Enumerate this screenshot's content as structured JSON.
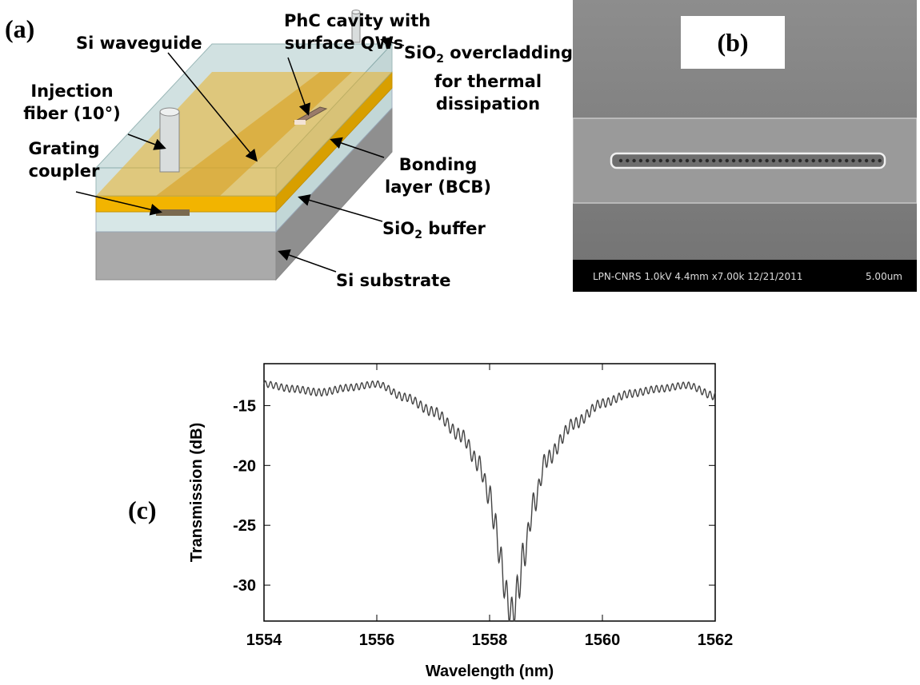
{
  "panels": {
    "a": "(a)",
    "b": "(b)",
    "c": "(c)"
  },
  "diagram": {
    "labels": {
      "phc_cavity_line1": "PhC cavity with",
      "phc_cavity_line2": "surface QWs",
      "si_waveguide": "Si waveguide",
      "injection_fiber_line1": "Injection",
      "injection_fiber_line2": "fiber (10°)",
      "sio2_over_prefix": "SiO",
      "sio2_over_sub": "2",
      "sio2_over_suffix": " overcladding",
      "sio2_over_line2": "for thermal",
      "sio2_over_line3": "dissipation",
      "grating_line1": "Grating",
      "grating_line2": "coupler",
      "bonding_line1": "Bonding",
      "bonding_line2": "layer (BCB)",
      "sio2_buffer_prefix": "SiO",
      "sio2_buffer_sub": "2",
      "sio2_buffer_suffix": " buffer",
      "si_substrate": "Si substrate"
    },
    "colors": {
      "bcb": "#f0b400",
      "cladding": "#c6dcdc",
      "substrate": "#a9aaaa"
    }
  },
  "sem": {
    "info": "LPN-CNRS 1.0kV 4.4mm x7.00k 12/21/2011",
    "scale": "5.00um"
  },
  "chart_data": {
    "type": "line",
    "xlabel": "Wavelength (nm)",
    "ylabel": "Transmission (dB)",
    "xlim": [
      1554,
      1562
    ],
    "ylim": [
      -33,
      -11.5
    ],
    "xticks": [
      1554,
      1556,
      1558,
      1560,
      1562
    ],
    "yticks": [
      -15,
      -20,
      -25,
      -30
    ],
    "color": "#444444",
    "x": [
      1554.0,
      1554.5,
      1555.0,
      1555.5,
      1556.0,
      1556.5,
      1557.0,
      1557.5,
      1557.8,
      1558.0,
      1558.1,
      1558.2,
      1558.3,
      1558.4,
      1558.5,
      1558.6,
      1558.8,
      1559.0,
      1559.5,
      1560.0,
      1560.5,
      1561.0,
      1561.5,
      1562.0
    ],
    "y": [
      -13.2,
      -13.6,
      -13.9,
      -13.5,
      -13.2,
      -14.3,
      -15.5,
      -17.5,
      -19.8,
      -22.5,
      -25.0,
      -28.0,
      -31.0,
      -32.5,
      -30.5,
      -27.5,
      -23.0,
      -19.5,
      -16.5,
      -14.8,
      -14.0,
      -13.6,
      -13.3,
      -14.2
    ]
  }
}
